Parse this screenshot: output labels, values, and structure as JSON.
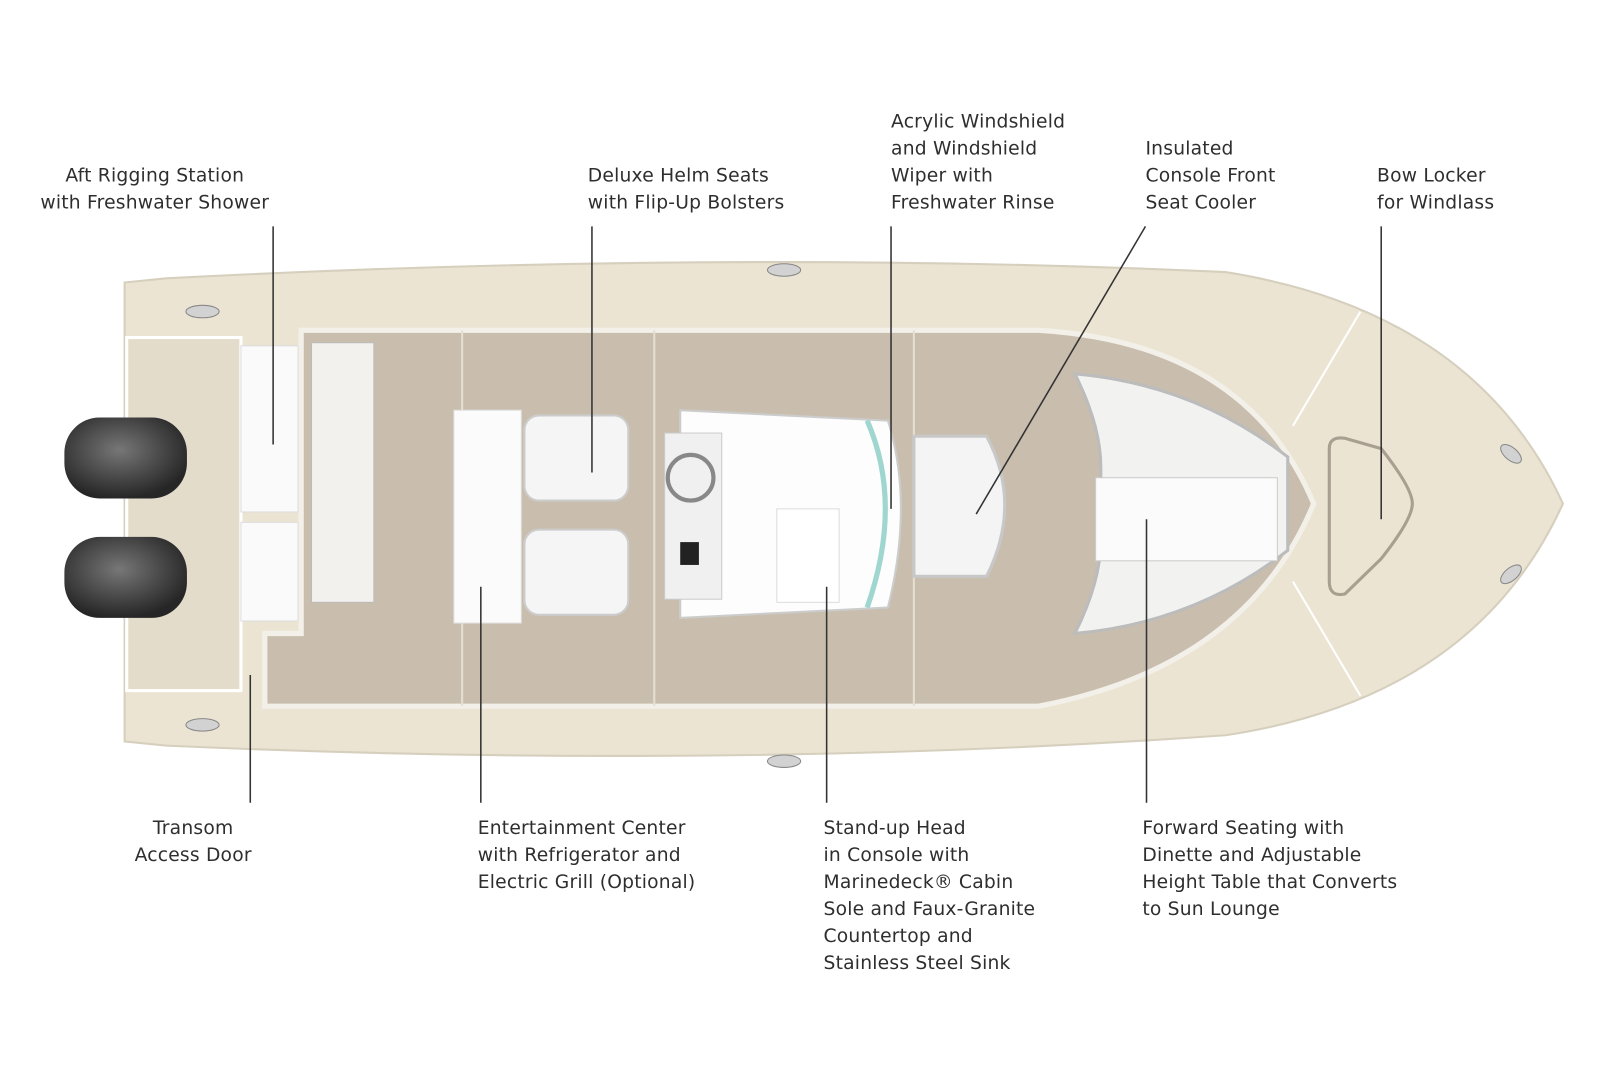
{
  "callouts": {
    "aft_rigging": [
      "Aft Rigging Station",
      "with Freshwater Shower"
    ],
    "helm_seats": [
      "Deluxe Helm Seats",
      "with Flip-Up Bolsters"
    ],
    "windshield": [
      "Acrylic Windshield",
      "and Windshield",
      "Wiper with",
      "Freshwater Rinse"
    ],
    "seat_cooler": [
      "Insulated",
      "Console Front",
      "Seat Cooler"
    ],
    "bow_locker": [
      "Bow Locker",
      "for Windlass"
    ],
    "transom_door": [
      "Transom",
      "Access Door"
    ],
    "entertainment": [
      "Entertainment Center",
      "with Refrigerator and",
      "Electric Grill (Optional)"
    ],
    "head": [
      "Stand-up Head",
      "in Console with",
      "Marinedeck® Cabin",
      "Sole and Faux-Granite",
      "Countertop and",
      "Stainless Steel Sink"
    ],
    "forward_seating": [
      "Forward Seating with",
      "Dinette and Adjustable",
      "Height Table that Converts",
      "to Sun Lounge"
    ]
  },
  "colors": {
    "hull": "#ebe4d2",
    "deck": "#c9bead",
    "cushion": "#f7f7f5",
    "engine": "#3a3a3a",
    "line": "#333333"
  }
}
